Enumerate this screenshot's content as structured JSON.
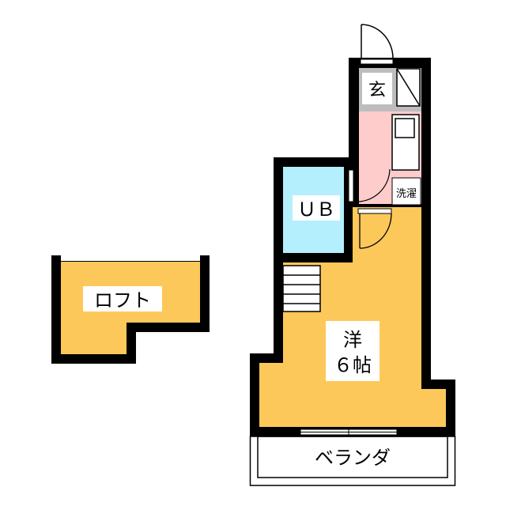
{
  "rooms": {
    "loft": "ロフト",
    "unit_bath": "ＵＢ",
    "entrance": "玄",
    "laundry": "洗濯",
    "western_room_type": "洋",
    "western_room_size": "６帖",
    "balcony": "ベランダ"
  },
  "colors": {
    "wall": "#000000",
    "room": "#fdc85a",
    "bath": "#b3effd",
    "kitchen": "#ffcccc",
    "entrance": "#bdbdbd"
  }
}
